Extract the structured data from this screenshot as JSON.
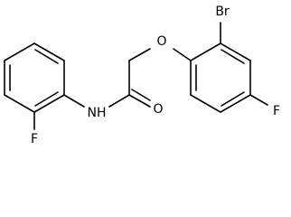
{
  "molecule": {
    "atoms": {
      "br": "Br",
      "o_ether": "O",
      "f_right": "F",
      "nh": "NH",
      "o_carbonyl": "O",
      "f_left": "F"
    },
    "colors": {
      "ink": "#000000",
      "background": "#ffffff"
    }
  }
}
